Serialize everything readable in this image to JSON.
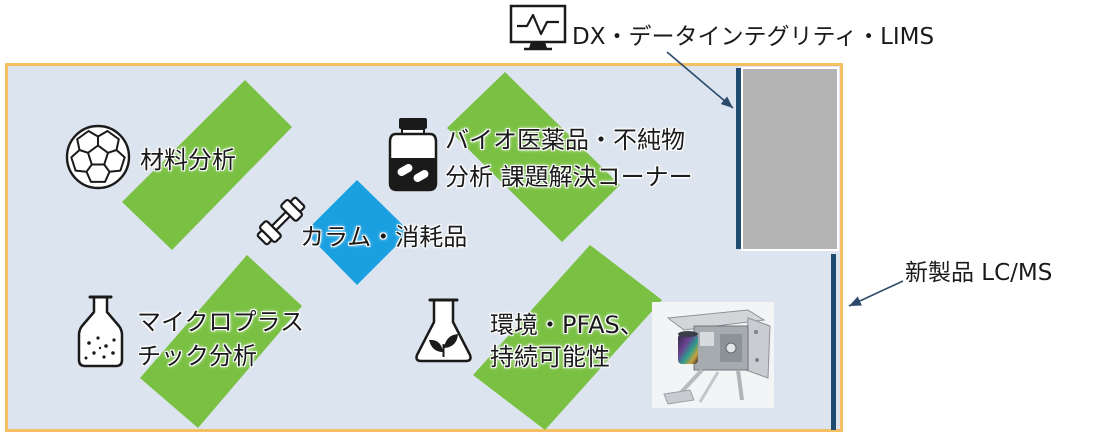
{
  "zones": {
    "dx": {
      "label": "DX・データインテグリティ・LIMS",
      "icon": "monitor-waveform-icon"
    },
    "materials": {
      "label": "材料分析",
      "icon": "soccer-ball-icon"
    },
    "bio": {
      "label_lines": [
        "バイオ医薬品・不純物",
        "分析 課題解決コーナー"
      ],
      "icon": "medicine-bottle-icon"
    },
    "column": {
      "label": "カラム・消耗品",
      "icon": "dumbbell-icon"
    },
    "microplastics": {
      "label_lines": [
        "マイクロプラス",
        "チック分析"
      ],
      "icon": "flask-particles-icon"
    },
    "environment": {
      "label_lines": [
        "環境・PFAS、",
        "持続可能性"
      ],
      "icon": "flask-leaf-icon"
    },
    "new_lcms": {
      "label": "新製品 LC/MS",
      "image": "lcms-instrument-photo"
    }
  },
  "colors": {
    "floor": "#dce4ef",
    "floor_border": "#f5bf63",
    "zone_green": "#7ac143",
    "zone_blue": "#1a9fe0",
    "wall_gray": "#b4b4b4",
    "wall_bar": "#1f4b70",
    "arrow": "#2c4a6a"
  }
}
